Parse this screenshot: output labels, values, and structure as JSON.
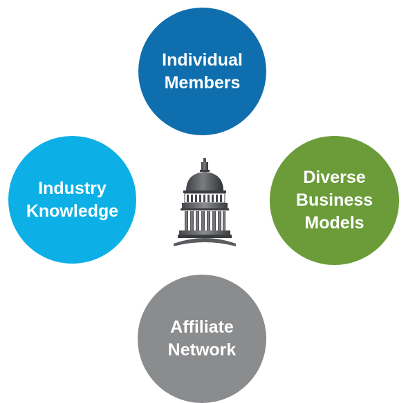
{
  "diagram": {
    "nodes": [
      {
        "id": "top",
        "label": "Individual\nMembers",
        "color": "#0f6fae"
      },
      {
        "id": "left",
        "label": "Industry\nKnowledge",
        "color": "#0db0e6"
      },
      {
        "id": "right",
        "label": "Diverse\nBusiness\nModels",
        "color": "#6c9c3a"
      },
      {
        "id": "bottom",
        "label": "Affiliate\nNetwork",
        "color": "#8b8c8e"
      }
    ],
    "center_icon": "capitol-building-icon"
  }
}
